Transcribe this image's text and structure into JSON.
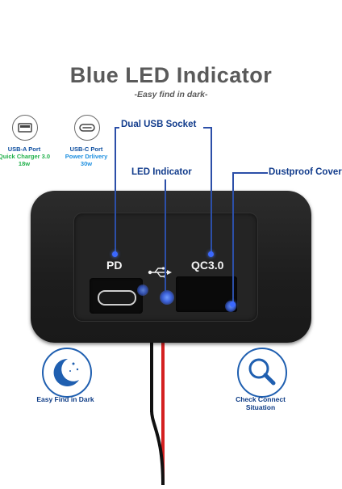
{
  "header": {
    "title": "Blue LED Indicator",
    "subtitle": "-Easy find in dark-"
  },
  "ports": [
    {
      "label": "USB-A Port",
      "spec_lines": [
        "Quick Charger 3.0",
        "18w"
      ],
      "icon": "usb-a-port-icon",
      "spec_color": "#22b14c"
    },
    {
      "label": "USB-C Port",
      "spec_lines": [
        "Power Drlivery",
        "30w"
      ],
      "icon": "usb-c-port-icon",
      "spec_color": "#1d8fe0"
    }
  ],
  "callouts": {
    "dual_usb": "Dual USB Socket",
    "led": "LED Indicator",
    "dustproof": "Dustproof Cover"
  },
  "device": {
    "left_port": "PD",
    "right_port": "QC3.0",
    "usb_symbol": "usb-symbol-icon"
  },
  "features": [
    {
      "label": "Easy Find in Dark",
      "icon": "moon-stars-icon"
    },
    {
      "label_lines": [
        "Check Connect",
        "Situation"
      ],
      "icon": "magnifier-icon"
    }
  ],
  "colors": {
    "title": "#5a5a5a",
    "callout": "#123c8c",
    "led_blue": "#3b68ff",
    "wire_red": "#d42020",
    "wire_black": "#111111"
  }
}
